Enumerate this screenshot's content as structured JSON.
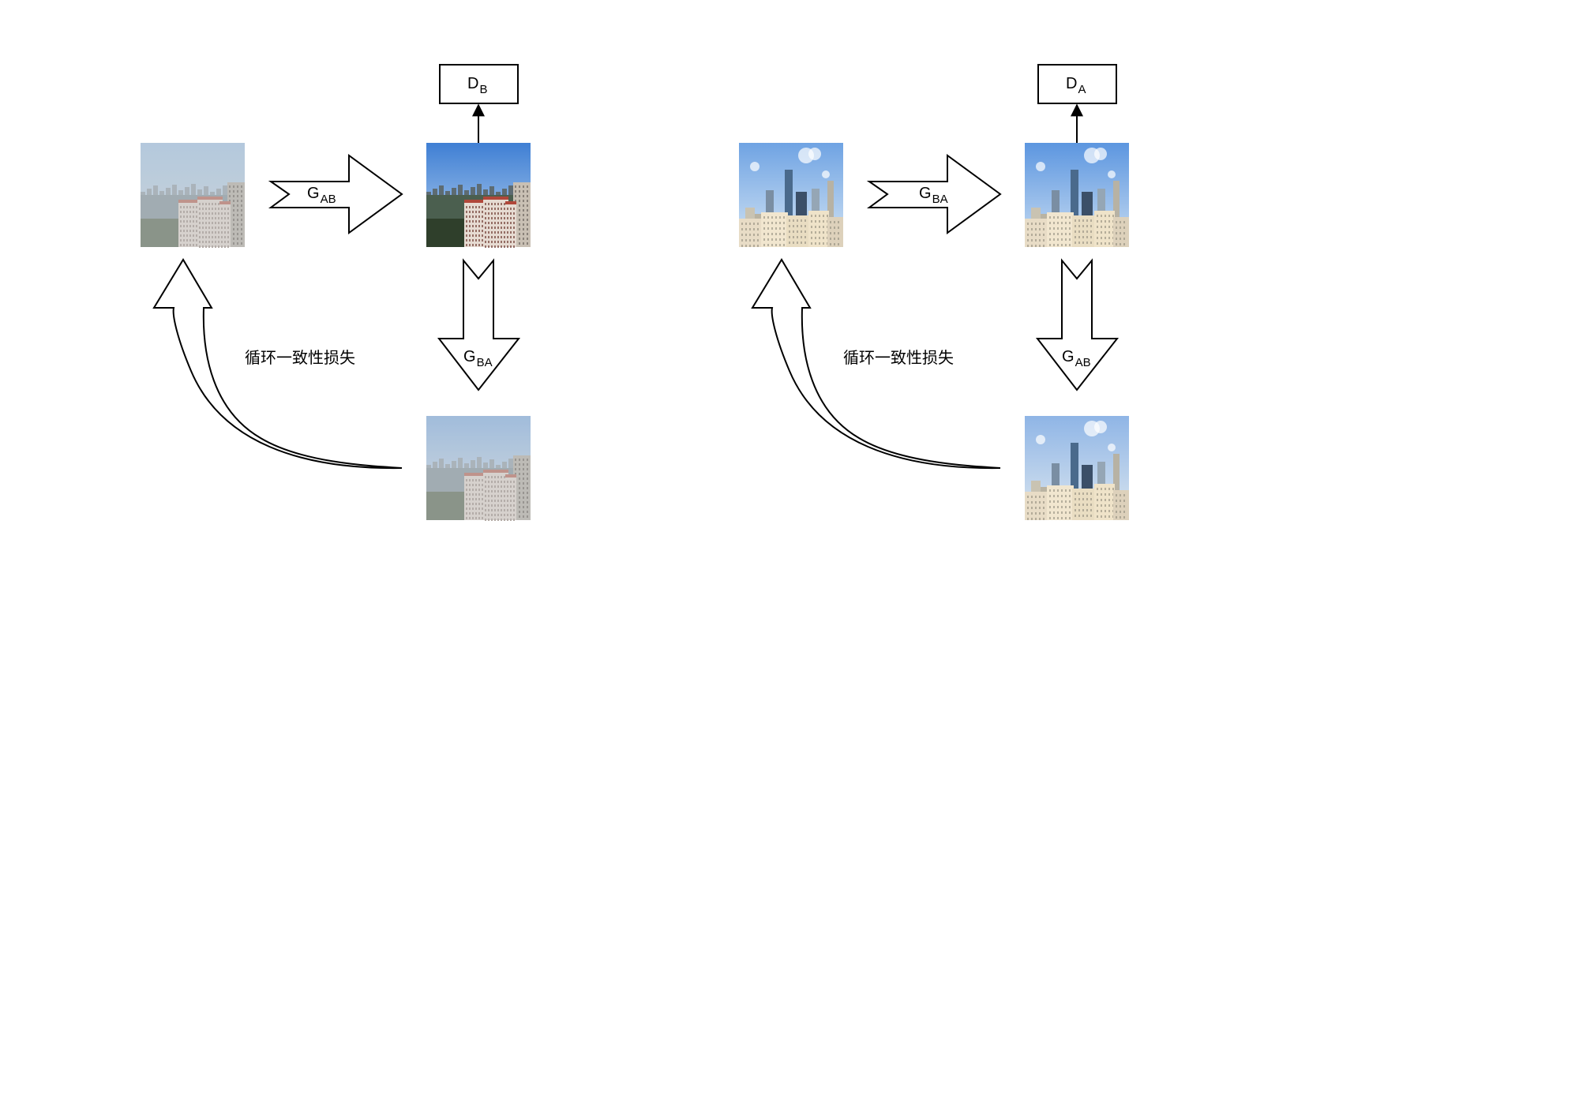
{
  "panels": [
    {
      "discriminator": {
        "letter": "D",
        "sub": "B"
      },
      "forward_generator": {
        "letter": "G",
        "sub": "AB"
      },
      "backward_generator": {
        "letter": "G",
        "sub": "BA"
      },
      "cycle_loss_label": "循环一致性损失",
      "images": {
        "input": {
          "scene": "hazy",
          "sky": [
            "#a9c3de",
            "#c9d3d8"
          ]
        },
        "translated": {
          "scene": "clear",
          "sky": [
            "#3f7fd4",
            "#b9d3ef"
          ]
        },
        "reconstructed": {
          "scene": "hazy",
          "sky": [
            "#8fb2dc",
            "#d7dde0"
          ]
        }
      }
    },
    {
      "discriminator": {
        "letter": "D",
        "sub": "A"
      },
      "forward_generator": {
        "letter": "G",
        "sub": "BA"
      },
      "backward_generator": {
        "letter": "G",
        "sub": "AB"
      },
      "cycle_loss_label": "循环一致性损失",
      "images": {
        "input": {
          "scene": "skyline-clear",
          "sky": [
            "#6fa3e3",
            "#d3e4f4"
          ]
        },
        "translated": {
          "scene": "skyline-clear",
          "sky": [
            "#5c96e0",
            "#c9ddf2"
          ]
        },
        "reconstructed": {
          "scene": "skyline-clear",
          "sky": [
            "#8fb5e6",
            "#dbe6ef"
          ]
        }
      }
    }
  ]
}
